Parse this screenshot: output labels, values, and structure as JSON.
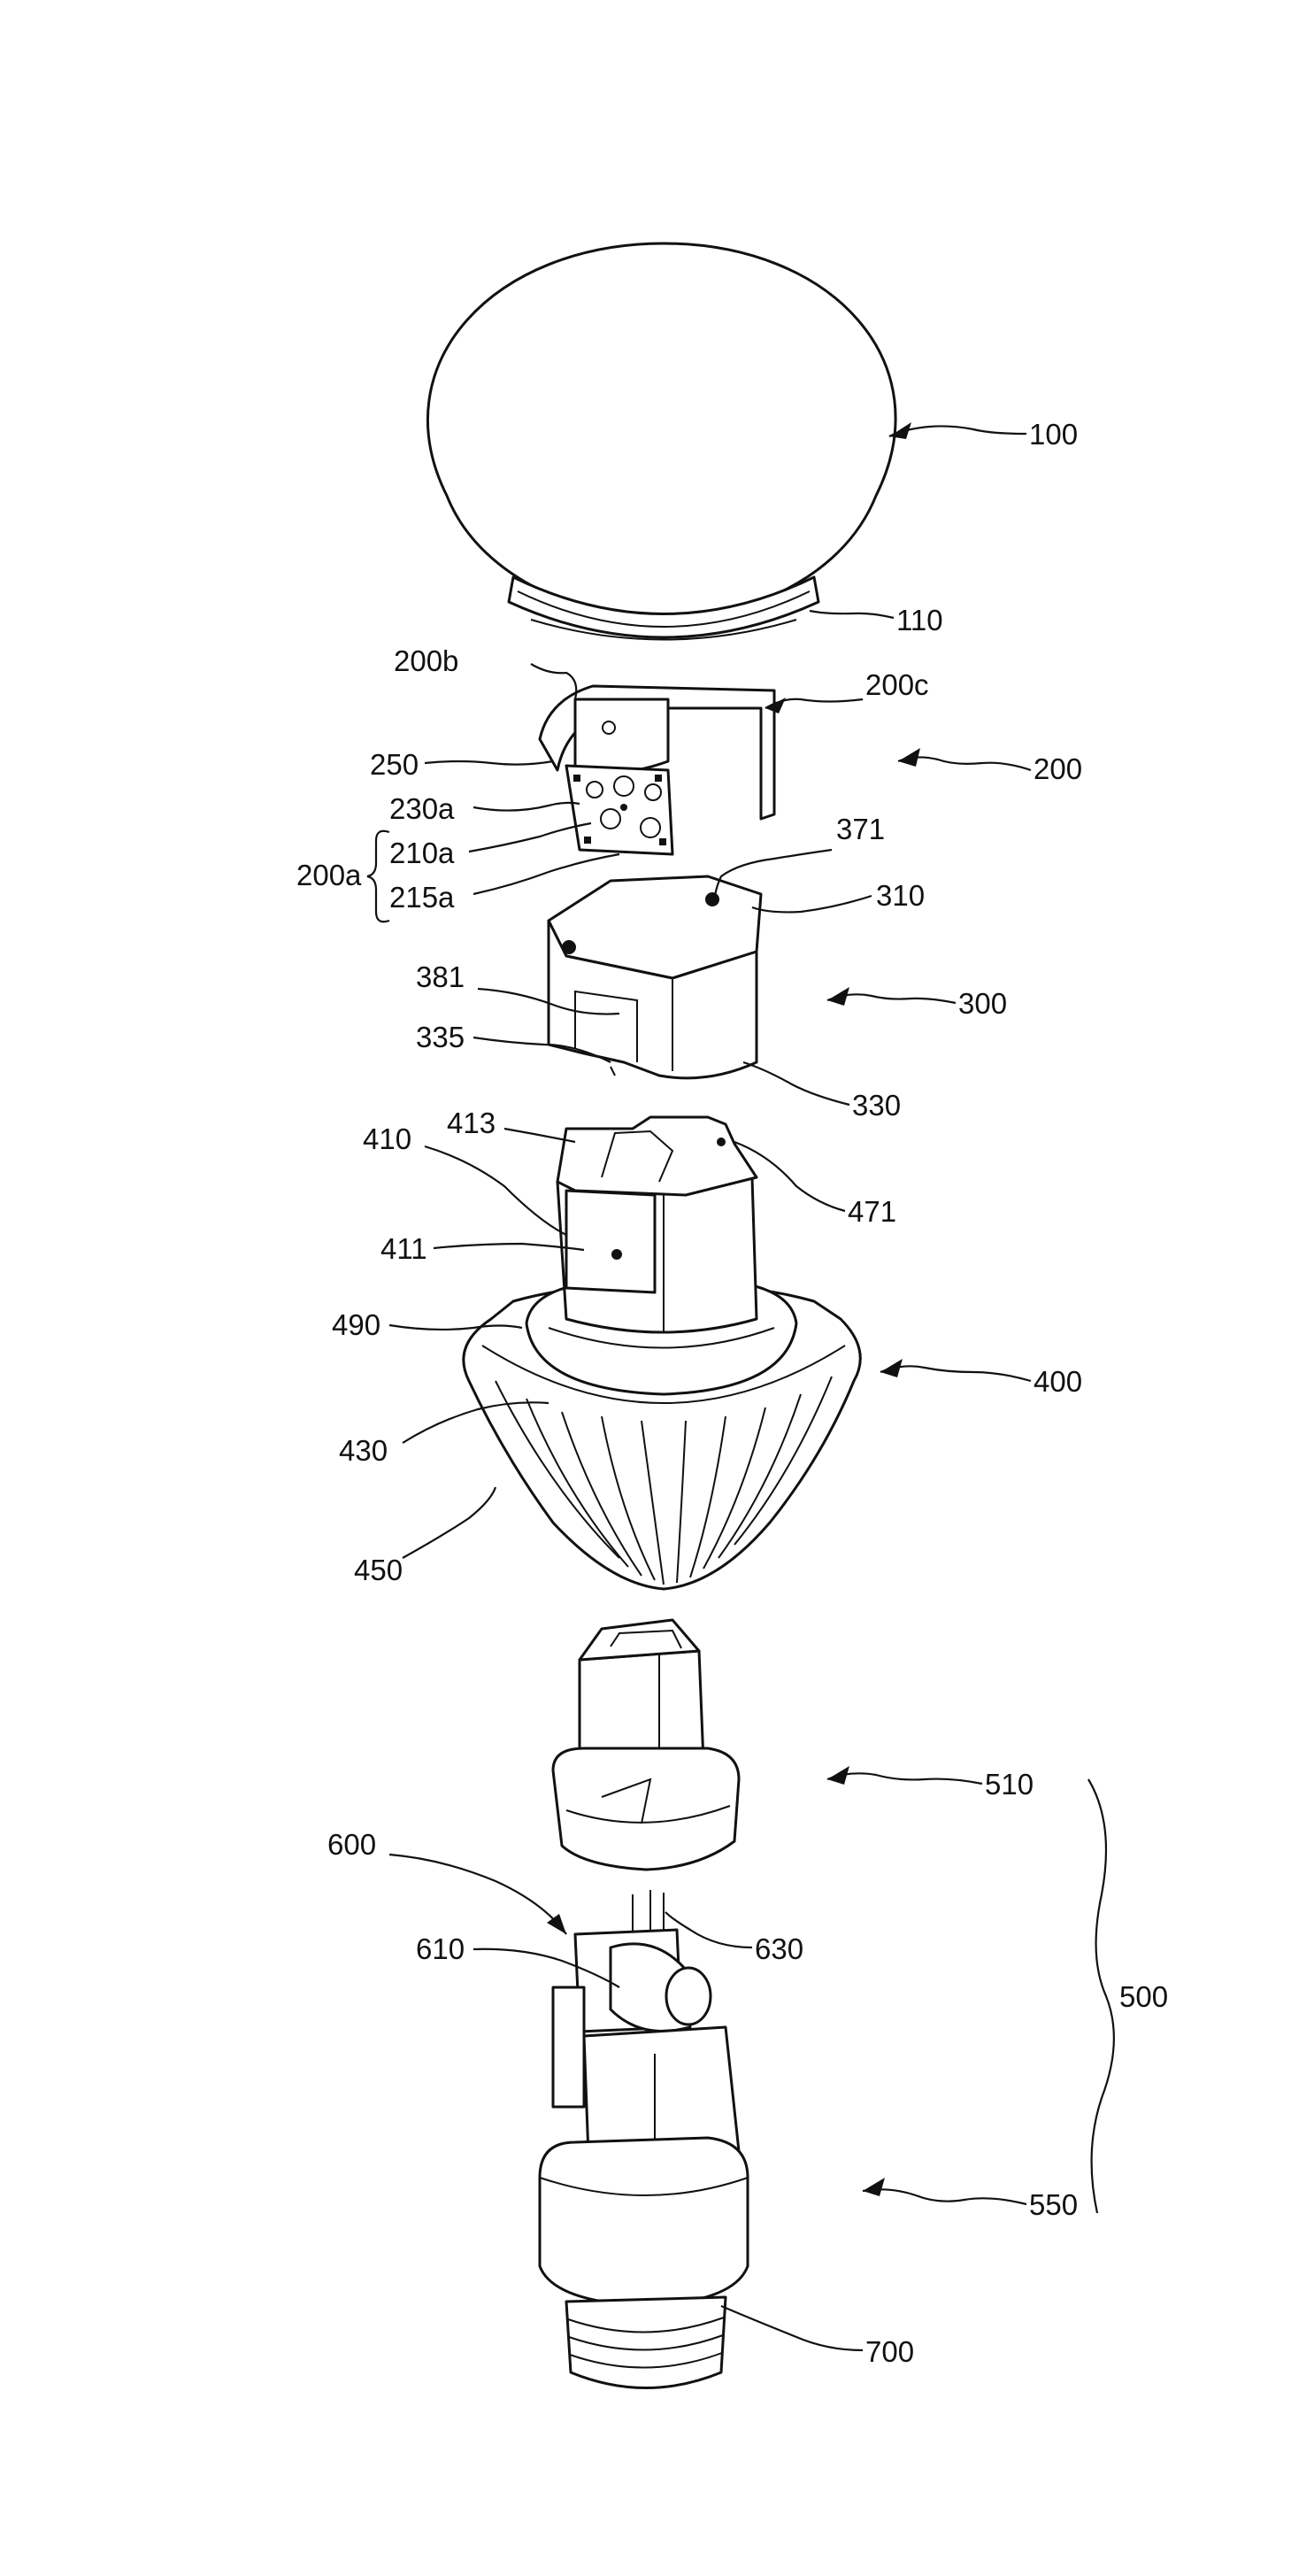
{
  "labels": {
    "l100": "100",
    "l110": "110",
    "l200b": "200b",
    "l200c": "200c",
    "l200": "200",
    "l250": "250",
    "l230a": "230a",
    "l210a": "210a",
    "l200a": "200a",
    "l215a": "215a",
    "l371": "371",
    "l310": "310",
    "l381": "381",
    "l300": "300",
    "l335": "335",
    "l330": "330",
    "l413": "413",
    "l410": "410",
    "l471": "471",
    "l411": "411",
    "l490": "490",
    "l400": "400",
    "l430": "430",
    "l450": "450",
    "l510": "510",
    "l600": "600",
    "l610": "610",
    "l630": "630",
    "l500": "500",
    "l550": "550",
    "l700": "700"
  }
}
